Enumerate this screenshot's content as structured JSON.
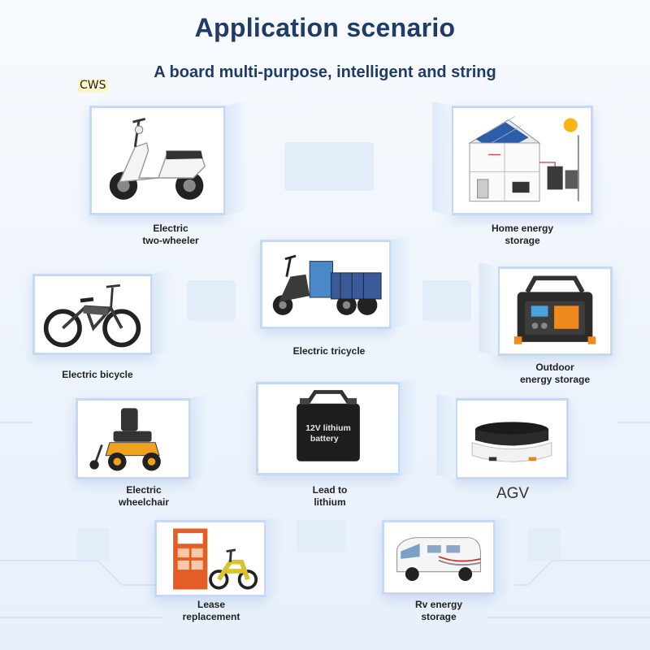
{
  "header": {
    "title": "Application scenario",
    "subtitle": "A board multi-purpose, intelligent and string",
    "watermark": "CWS"
  },
  "scenarios": [
    {
      "id": "two-wheeler",
      "icon": "scooter-icon",
      "label_line1": "Electric",
      "label_line2": "two-wheeler"
    },
    {
      "id": "home-storage",
      "icon": "home-energy-icon",
      "label_line1": "Home energy",
      "label_line2": "storage"
    },
    {
      "id": "tricycle",
      "icon": "tricycle-icon",
      "label_line1": "Electric tricycle",
      "label_line2": ""
    },
    {
      "id": "bicycle",
      "icon": "bicycle-icon",
      "label_line1": "Electric bicycle",
      "label_line2": ""
    },
    {
      "id": "outdoor",
      "icon": "power-station-icon",
      "label_line1": "Outdoor",
      "label_line2": "energy storage"
    },
    {
      "id": "wheelchair",
      "icon": "wheelchair-icon",
      "label_line1": "Electric",
      "label_line2": "wheelchair"
    },
    {
      "id": "lead",
      "icon": "battery-icon",
      "label_line1": "Lead to",
      "label_line2": "lithium",
      "battery_text_1": "12V lithium",
      "battery_text_2": "battery"
    },
    {
      "id": "agv",
      "icon": "agv-robot-icon",
      "label_line1": "AGV",
      "label_line2": ""
    },
    {
      "id": "lease",
      "icon": "swap-cabinet-icon",
      "label_line1": "Lease",
      "label_line2": "replacement"
    },
    {
      "id": "rv",
      "icon": "rv-icon",
      "label_line1": "Rv energy",
      "label_line2": "storage"
    }
  ],
  "colors": {
    "title": "#1f3b66",
    "card_border": "#c6d8f4",
    "background": "#eef4fc"
  }
}
